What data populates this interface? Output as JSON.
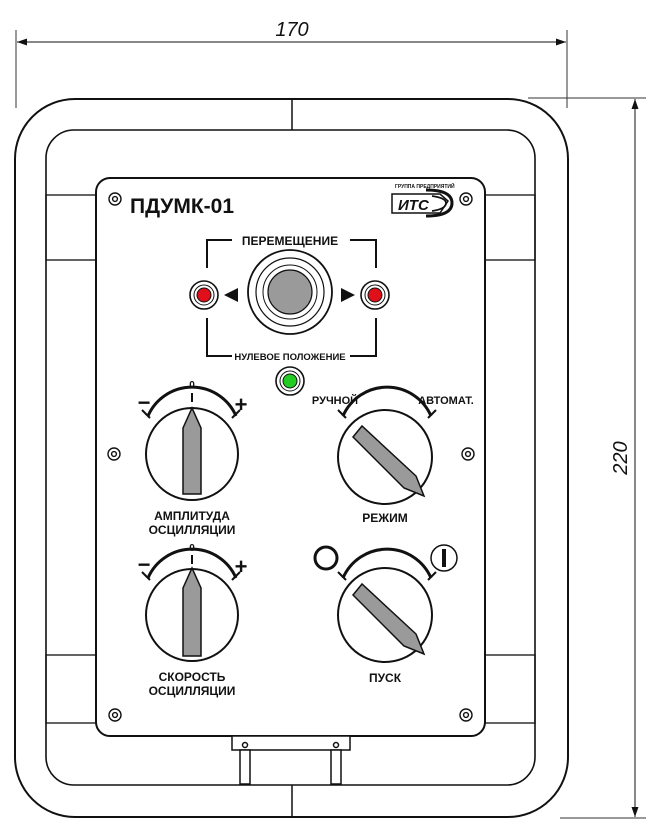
{
  "dimensions": {
    "width": "170",
    "height": "220"
  },
  "panel": {
    "model": "ПДУМК-01",
    "logo": {
      "caption": "ГРУППА ПРЕДПРИЯТИЙ",
      "text": "ИТС"
    }
  },
  "movement": {
    "title": "ПЕРЕМЕЩЕНИЕ",
    "zero_label": "НУЛЕВОЕ ПОЛОЖЕНИЕ",
    "left_lamp_color": "#e0101a",
    "right_lamp_color": "#e0101a",
    "zero_lamp_color": "#22cc22"
  },
  "amplitude_knob": {
    "label_line1": "АМПЛИТУДА",
    "label_line2": "ОСЦИЛЛЯЦИИ",
    "minus": "−",
    "zero": "0",
    "plus": "+"
  },
  "mode_knob": {
    "label": "РЕЖИМ",
    "left_label": "РУЧНОЙ",
    "right_label": "АВТОМАТ."
  },
  "speed_knob": {
    "label_line1": "СКОРОСТЬ",
    "label_line2": "ОСЦИЛЛЯЦИИ",
    "minus": "−",
    "zero": "0",
    "plus": "+"
  },
  "start_knob": {
    "label": "ПУСК",
    "off_symbol": "O",
    "on_symbol": "I"
  }
}
